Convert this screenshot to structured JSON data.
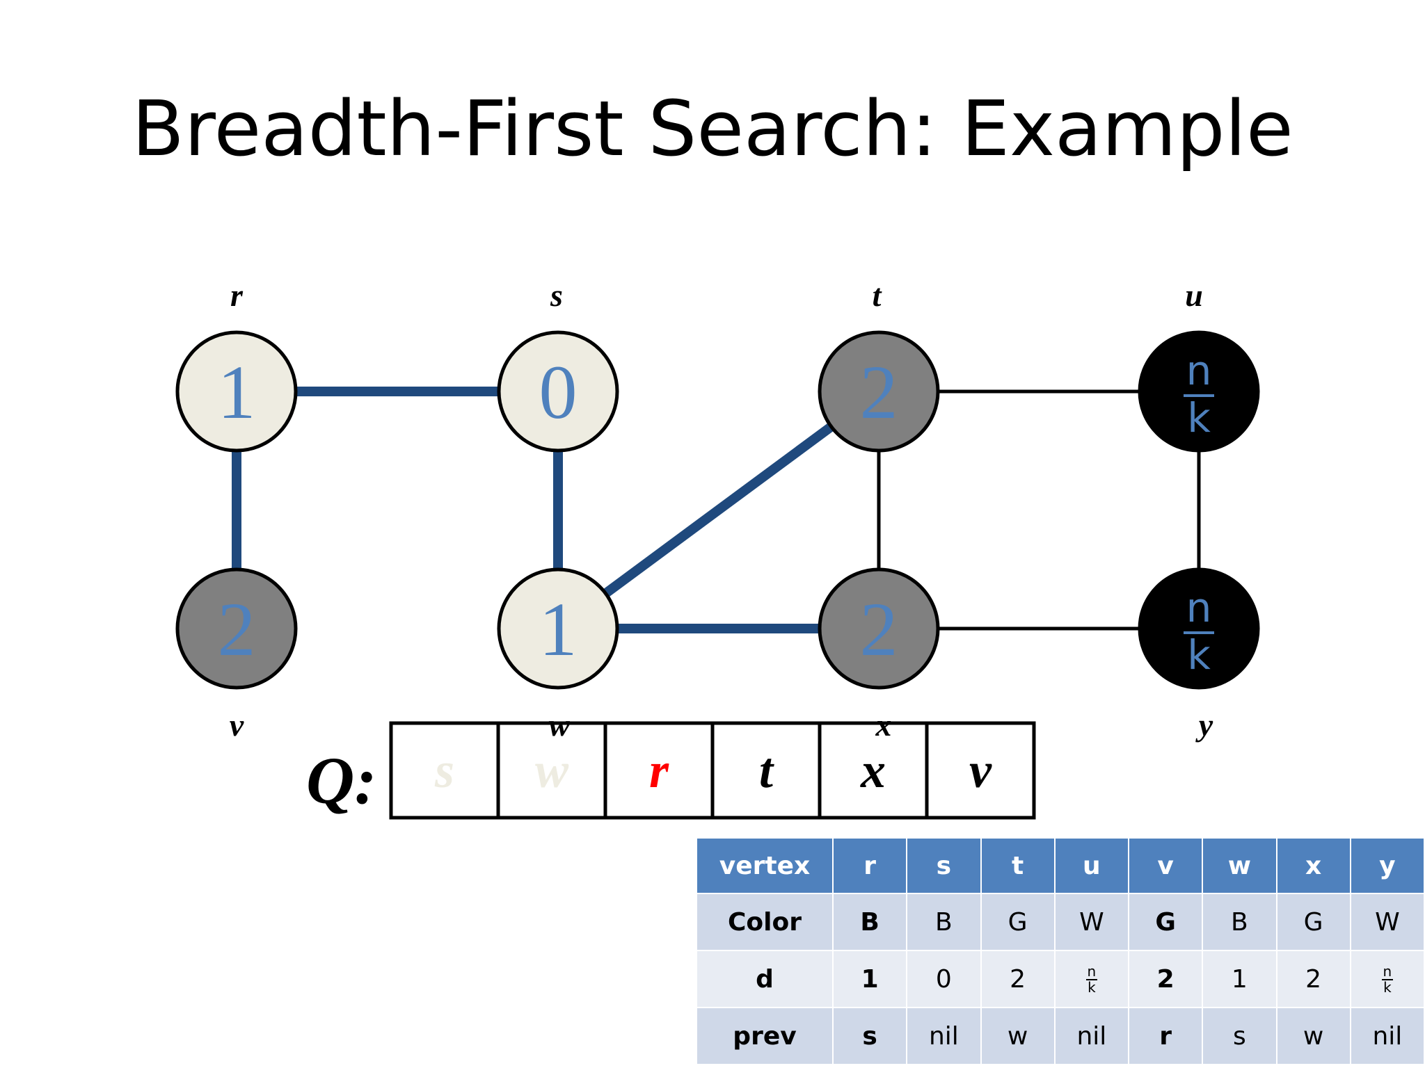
{
  "title": "Breadth-First Search: Example",
  "graph": {
    "vertices": [
      {
        "id": "r",
        "label": "r",
        "value": "1",
        "color": "light"
      },
      {
        "id": "s",
        "label": "s",
        "value": "0",
        "color": "light"
      },
      {
        "id": "t",
        "label": "t",
        "value": "2",
        "color": "gray"
      },
      {
        "id": "u",
        "label": "u",
        "value": "n/k",
        "color": "black"
      },
      {
        "id": "v",
        "label": "v",
        "value": "2",
        "color": "gray"
      },
      {
        "id": "w",
        "label": "w",
        "value": "1",
        "color": "light"
      },
      {
        "id": "x",
        "label": "x",
        "value": "2",
        "color": "gray"
      },
      {
        "id": "y",
        "label": "y",
        "value": "n/k",
        "color": "black"
      }
    ],
    "frac_numerator": "n",
    "frac_denominator": "k",
    "edges": [
      {
        "from": "r",
        "to": "s",
        "tree": true
      },
      {
        "from": "r",
        "to": "v",
        "tree": true
      },
      {
        "from": "s",
        "to": "w",
        "tree": true
      },
      {
        "from": "w",
        "to": "t",
        "tree": true
      },
      {
        "from": "w",
        "to": "x",
        "tree": true
      },
      {
        "from": "t",
        "to": "u",
        "tree": false
      },
      {
        "from": "t",
        "to": "x",
        "tree": false
      },
      {
        "from": "u",
        "to": "y",
        "tree": false
      },
      {
        "from": "x",
        "to": "y",
        "tree": false
      }
    ],
    "colors": {
      "light": "#eeece1",
      "gray": "#808080",
      "black": "#000000",
      "tree_edge": "#1f497d",
      "number": "#4f81bd"
    }
  },
  "queue": {
    "label": "Q:",
    "items": [
      {
        "text": "s",
        "state": "dequeued"
      },
      {
        "text": "w",
        "state": "dequeued"
      },
      {
        "text": "r",
        "state": "current"
      },
      {
        "text": "t",
        "state": "waiting"
      },
      {
        "text": "x",
        "state": "waiting"
      },
      {
        "text": "v",
        "state": "waiting"
      }
    ],
    "colors": {
      "dequeued": "#eeece1",
      "current": "#ff0000",
      "waiting": "#000000"
    }
  },
  "table": {
    "header": [
      "vertex",
      "r",
      "s",
      "t",
      "u",
      "v",
      "w",
      "x",
      "y"
    ],
    "rows": [
      {
        "label": "Color",
        "cells": [
          "B",
          "B",
          "G",
          "W",
          "G",
          "B",
          "G",
          "W"
        ]
      },
      {
        "label": "d",
        "cells": [
          "1",
          "0",
          "2",
          "n/k",
          "2",
          "1",
          "2",
          "n/k"
        ]
      },
      {
        "label": "prev",
        "cells": [
          "s",
          "nil",
          "w",
          "nil",
          "r",
          "s",
          "w",
          "nil"
        ]
      }
    ],
    "bold_columns": [
      0,
      4
    ]
  }
}
